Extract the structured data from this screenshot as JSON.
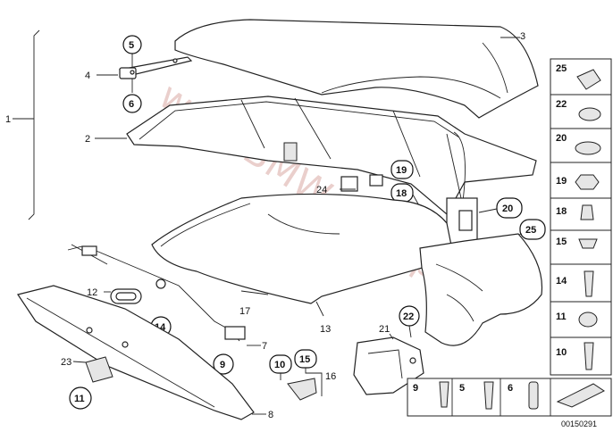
{
  "watermark": "www.BMWstore.pl",
  "diagram_id": "00150291",
  "callouts": {
    "c1": "1",
    "c2": "2",
    "c3": "3",
    "c4": "4",
    "c5": "5",
    "c6": "6",
    "c7": "7",
    "c8": "8",
    "c9": "9",
    "c10": "10",
    "c11": "11",
    "c12": "12",
    "c13": "13",
    "c14": "14",
    "c15": "15",
    "c16": "16",
    "c17": "17",
    "c18": "18",
    "c19": "19",
    "c20": "20",
    "c21": "21",
    "c22": "22",
    "c23": "23",
    "c24": "24",
    "c25": "25"
  },
  "side_panel": [
    "25",
    "22",
    "20",
    "19",
    "18",
    "15",
    "14",
    "11",
    "10"
  ],
  "bottom_panel": [
    "9",
    "5",
    "6"
  ]
}
